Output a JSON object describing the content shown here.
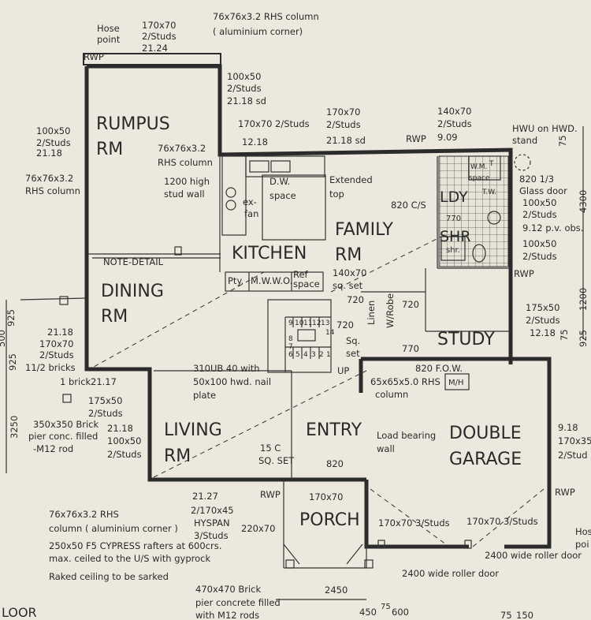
{
  "rooms": {
    "rumpus": [
      "RUMPUS",
      "RM"
    ],
    "kitchen": "KITCHEN",
    "family": [
      "FAMILY",
      "RM"
    ],
    "dining": [
      "DINING",
      "RM"
    ],
    "living": [
      "LIVING",
      "RM"
    ],
    "entry": "ENTRY",
    "porch": "PORCH",
    "study": "STUDY",
    "garage": [
      "DOUBLE",
      "GARAGE"
    ],
    "laundry": "LDY",
    "shower": "SHR"
  },
  "annotations": {
    "hose_point": [
      "Hose",
      "point"
    ],
    "top_studs": [
      "170x70",
      "2/Studs",
      "21.24"
    ],
    "rhs_corner_top": [
      "76x76x3.2 RHS column",
      "( aluminium corner)"
    ],
    "rwp": "RWP",
    "studs_100x50_sd": [
      "100x50",
      "2/Studs",
      "21.18 sd"
    ],
    "studs_170x70_2": "170x70 2/Studs",
    "val_12_18": "12.18",
    "studs_170x70_sd": [
      "170x70",
      "2/Studs",
      "21.18 sd"
    ],
    "studs_140x70": [
      "140x70",
      "2/Studs",
      "9.09"
    ],
    "hwu": [
      "HWU on HWD.",
      "stand"
    ],
    "left_100x50": [
      "100x50",
      "2/Studs",
      "21.18"
    ],
    "left_rhs_col": [
      "76x76x3.2",
      "RHS column"
    ],
    "rumpus_rhs": [
      "76x76x3.2",
      "RHS column"
    ],
    "stud_wall": [
      "1200 high",
      "stud wall"
    ],
    "dw_space": [
      "D.W.",
      "space"
    ],
    "ex_fan": [
      "ex-",
      "fan"
    ],
    "extended_top": [
      "Extended",
      "top"
    ],
    "cs_820": "820 C/S",
    "glass_door": [
      "820 1/3",
      "Glass door",
      "100x50",
      "2/Studs",
      "9.12 p.v. obs.",
      "100x50",
      "2/Studs"
    ],
    "wm": "W.M.",
    "space": "space",
    "tw": "T.W.",
    "t": "T",
    "shr_lower": "shr.",
    "d770": "770",
    "note_detail": "NOTE-DETAIL",
    "pty": "Pty.",
    "mwwo": "M.W.W.O.",
    "ref_space": [
      "Ref",
      "space"
    ],
    "set_140x70": [
      "140x70",
      "sq. set"
    ],
    "d720a": "720",
    "linen": "Linen",
    "robe": "W/Robe",
    "d720b": "720",
    "d720c": "720",
    "sq_set": [
      "Sq.",
      "set"
    ],
    "up": "UP",
    "rwp_study": "RWP",
    "study_studs": [
      "175x50",
      "2/Studs",
      "12.18"
    ],
    "d770b": "770",
    "fow": "820 F.O.W.",
    "mh": "M/H",
    "rhs_65": [
      "65x65x5.0 RHS",
      "column"
    ],
    "load_bearing": [
      "Load bearing",
      "wall"
    ],
    "beam_310": [
      "310UB 40 with",
      "50x100 hwd. nail",
      "plate"
    ],
    "left_2118": "21.18",
    "left_studs2": [
      "170x70",
      "2/Studs"
    ],
    "bricks": "11/2 bricks",
    "one_brick": "1 brick",
    "v2117": "21.17",
    "v175x50": [
      "175x50",
      "2/Studs"
    ],
    "left_2118b": "21.18",
    "left_100x50b": [
      "100x50",
      "2/Studs"
    ],
    "pier_350": [
      "350x350 Brick",
      "pier conc. filled",
      "-M12 rod"
    ],
    "sq_set_15c": [
      "15 C",
      "SQ. SET"
    ],
    "d820": "820",
    "v2127": "21.27",
    "rwp_porch": "RWP",
    "hyspan": [
      "2/170x45",
      "HYSPAN",
      "3/Studs"
    ],
    "d220x70": "220x70",
    "porch_170x70": "170x70",
    "rhs_bottom": [
      "76x76x3.2 RHS",
      "column ( aluminium corner )"
    ],
    "rafters": [
      "250x50 F5 CYPRESS rafters at 600crs.",
      "max. ceiled to the U/S with gyprock",
      "Raked ceiling to be sarked"
    ],
    "pier_470": [
      "470x470 Brick",
      "pier concrete filled",
      "with M12 rods"
    ],
    "garage_studs_a": "170x70 3/Studs",
    "garage_studs_b": "170x70 3/Studs",
    "roller_a": "2400 wide roller door",
    "roller_b": "2400 wide roller door",
    "right_918": [
      "9.18",
      "170x35",
      "2/Stud"
    ],
    "rwp_garage": "RWP",
    "hose_right": [
      "Hos",
      "poi"
    ],
    "d2450": "2450",
    "d450": "450",
    "d75a": "75",
    "d600": "600",
    "d75b": "75",
    "d150": "150",
    "floor": "LOOR",
    "dim_75_top": "75",
    "dim_4300": "4300",
    "dim_1200": "1200",
    "dim_75_mid": "75",
    "dim_925r": "925",
    "dim_925l": "925",
    "dim_500": "500",
    "dim_925b": "925",
    "dim_3250": "3250",
    "stair_nums": [
      "9",
      "10",
      "11",
      "12",
      "13",
      "14",
      "8",
      "7",
      "6",
      "5",
      "4",
      "3",
      "2",
      "1"
    ]
  },
  "colors": {
    "paper": "#ece8dd",
    "ink": "#2a2a2a"
  }
}
